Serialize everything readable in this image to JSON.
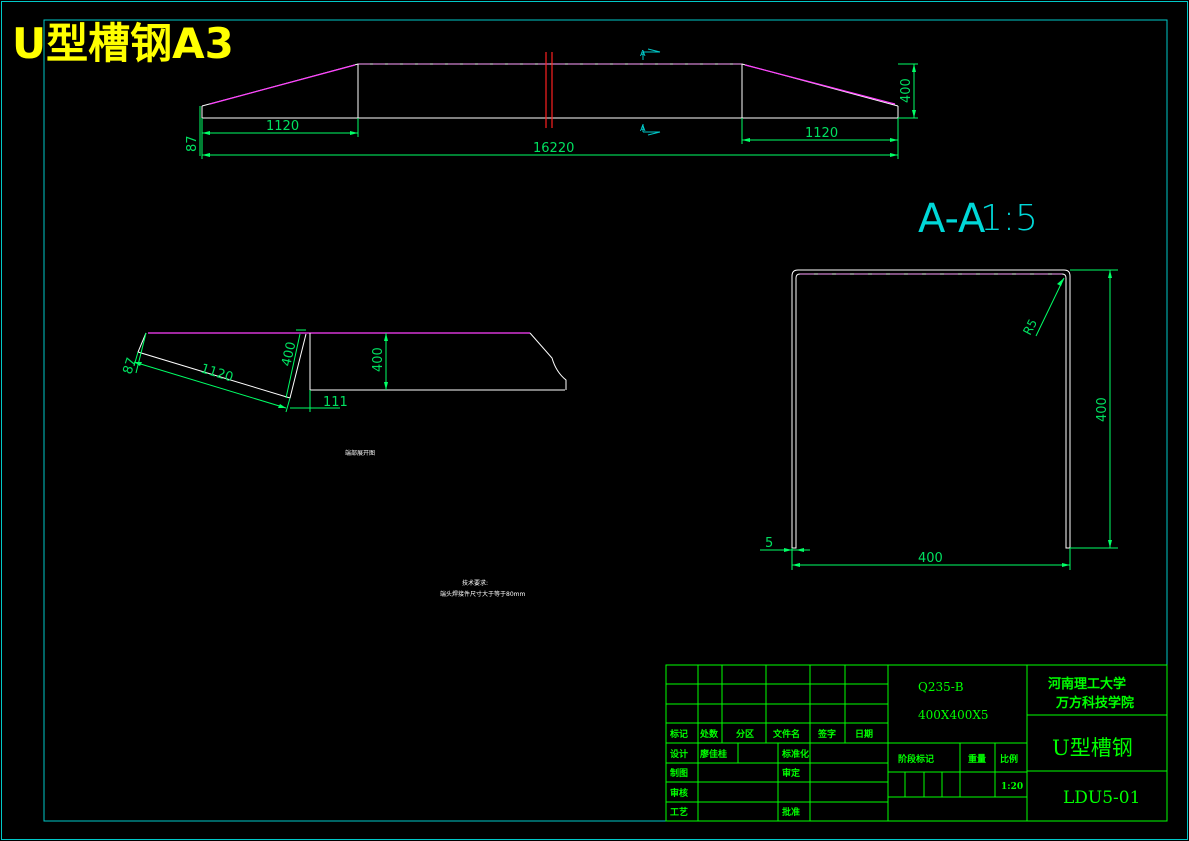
{
  "sheet_label": "U型槽钢A3",
  "colors": {
    "frame": "#00c8c8",
    "outline": "#ffffff",
    "dimension": "#00ff66",
    "dim_text": "#00e060",
    "edge_hidden": "#ff40ff",
    "cut_mark": "#ff2020",
    "title_block": "#00ff00",
    "sheet_label": "#ffff00",
    "section_label": "#00d8d8",
    "note": "#ffffff"
  },
  "top_view": {
    "dims": {
      "left_end": "87",
      "left_taper": "1120",
      "total_length": "16220",
      "right_taper": "1120",
      "height": "400"
    },
    "section_marks": [
      "A",
      "A"
    ]
  },
  "section_view": {
    "label": "A-A",
    "scale": "1:5",
    "dims": {
      "height": "400",
      "width": "400",
      "thickness": "5",
      "radius": "R5"
    }
  },
  "detail_view": {
    "dims": {
      "end": "87",
      "taper": "1120",
      "slant_height": "400",
      "height": "400",
      "offset": "111"
    },
    "caption": "端部展开图"
  },
  "notes": {
    "title": "技术要求:",
    "line1": "端头焊接件尺寸大于等于80mm"
  },
  "title_block": {
    "material": "Q235-B",
    "spec": "400X400X5",
    "school_line1": "河南理工大学",
    "school_line2": "万方科技学院",
    "drawing_name": "U型槽钢",
    "drawing_number": "LDU5-01",
    "headers": [
      "标记",
      "处数",
      "分区",
      "文件名",
      "签字",
      "日期"
    ],
    "row_design": "设计",
    "designer": "廖佳桂",
    "standardize": "标准化",
    "row_draw": "制图",
    "review": "审定",
    "row_check": "审核",
    "row_process": "工艺",
    "approve": "批准",
    "stage_mark": "阶段标记",
    "weight": "重量",
    "scale_label": "比例",
    "scale_value": "1:20"
  }
}
